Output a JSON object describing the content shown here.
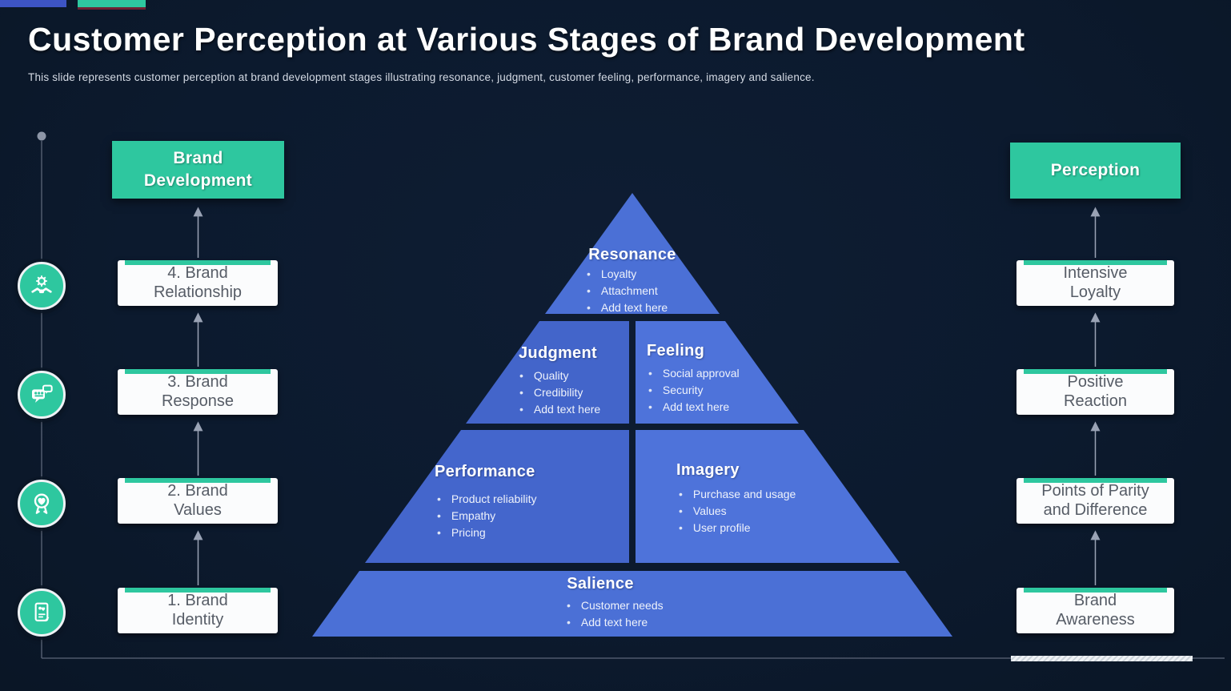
{
  "slide": {
    "title": "Customer Perception at Various Stages of Brand Development",
    "subtitle": "This slide represents customer perception at brand development stages illustrating resonance, judgment, customer feeling, performance, imagery and salience."
  },
  "left_column": {
    "header": {
      "lines": [
        "Brand",
        "Development"
      ]
    },
    "items": [
      {
        "label": "4. Brand Relationship",
        "lines": [
          "4. Brand",
          "Relationship"
        ],
        "icon": "gear-handshake-icon"
      },
      {
        "label": "3. Brand Response",
        "lines": [
          "3. Brand",
          "Response"
        ],
        "icon": "chat-bubbles-icon"
      },
      {
        "label": "2. Brand Values",
        "lines": [
          "2. Brand",
          "Values"
        ],
        "icon": "award-ribbon-icon"
      },
      {
        "label": "1. Brand Identity",
        "lines": [
          "1. Brand",
          "Identity"
        ],
        "icon": "id-card-icon"
      }
    ]
  },
  "right_column": {
    "header": {
      "lines": [
        "Perception"
      ]
    },
    "items": [
      {
        "label": "Intensive Loyalty",
        "lines": [
          "Intensive",
          "Loyalty"
        ]
      },
      {
        "label": "Positive Reaction",
        "lines": [
          "Positive",
          "Reaction"
        ]
      },
      {
        "label": "Points of Parity and Difference",
        "lines": [
          "Points of Parity",
          "and Difference"
        ]
      },
      {
        "label": "Brand Awareness",
        "lines": [
          "Brand",
          "Awareness"
        ]
      }
    ]
  },
  "pyramid": {
    "resonance": {
      "title": "Resonance",
      "bullets": [
        "Loyalty",
        "Attachment",
        "Add text here"
      ]
    },
    "judgment": {
      "title": "Judgment",
      "bullets": [
        "Quality",
        "Credibility",
        "Add text here"
      ]
    },
    "feeling": {
      "title": "Feeling",
      "bullets": [
        "Social approval",
        "Security",
        "Add text here"
      ]
    },
    "performance": {
      "title": "Performance",
      "bullets": [
        "Product reliability",
        "Empathy",
        "Pricing"
      ]
    },
    "imagery": {
      "title": "Imagery",
      "bullets": [
        "Purchase and usage",
        "Values",
        "User profile"
      ]
    },
    "salience": {
      "title": "Salience",
      "bullets": [
        "Customer needs",
        "Add text here"
      ]
    }
  },
  "colors": {
    "background": "#0c1a2e",
    "accent_green": "#2ec79f",
    "pyramid_blue": "#4b70d6",
    "accent_bar_blue": "#3d54c4",
    "box_text": "#565c66"
  }
}
